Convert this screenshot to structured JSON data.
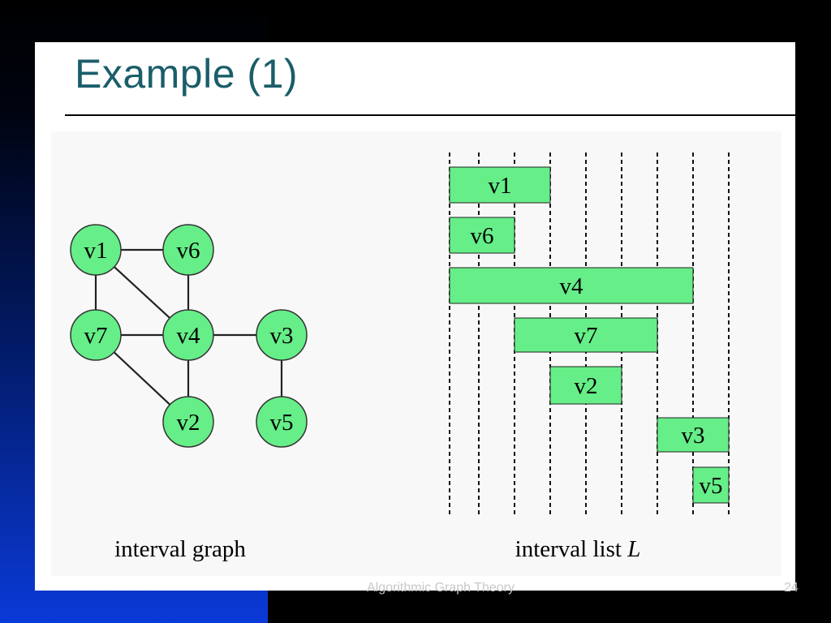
{
  "slide": {
    "title": "Example (1)",
    "footer": "Algorithmic Graph Theory",
    "page_number": "24"
  },
  "graph": {
    "caption": "interval graph",
    "node_color": "#66ee88",
    "nodes": [
      {
        "id": "v1",
        "label": "v1"
      },
      {
        "id": "v6",
        "label": "v6"
      },
      {
        "id": "v7",
        "label": "v7"
      },
      {
        "id": "v4",
        "label": "v4"
      },
      {
        "id": "v3",
        "label": "v3"
      },
      {
        "id": "v2",
        "label": "v2"
      },
      {
        "id": "v5",
        "label": "v5"
      }
    ],
    "edges": [
      [
        "v1",
        "v6"
      ],
      [
        "v1",
        "v7"
      ],
      [
        "v1",
        "v4"
      ],
      [
        "v6",
        "v4"
      ],
      [
        "v7",
        "v4"
      ],
      [
        "v4",
        "v3"
      ],
      [
        "v7",
        "v2"
      ],
      [
        "v4",
        "v2"
      ],
      [
        "v3",
        "v5"
      ]
    ]
  },
  "interval_list": {
    "caption_prefix": "interval list ",
    "caption_symbol": "L",
    "bar_color": "#66ee88",
    "intervals": [
      {
        "label": "v1",
        "start": 0,
        "end": 3
      },
      {
        "label": "v6",
        "start": 0,
        "end": 2
      },
      {
        "label": "v4",
        "start": 0,
        "end": 7
      },
      {
        "label": "v7",
        "start": 2,
        "end": 6
      },
      {
        "label": "v2",
        "start": 3,
        "end": 5
      },
      {
        "label": "v3",
        "start": 6,
        "end": 8
      },
      {
        "label": "v5",
        "start": 7,
        "end": 8
      }
    ]
  }
}
